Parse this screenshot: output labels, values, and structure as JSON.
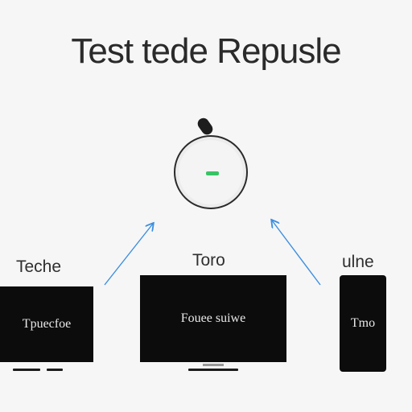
{
  "title": "Test tede Repusle",
  "hub": {
    "indicator_color": "#37c463"
  },
  "connector_color": "#3c8fe0",
  "devices": [
    {
      "label": "Teche",
      "screen_text": "Tpuecfoe"
    },
    {
      "label": "Toro",
      "screen_text": "Fouee suiwe"
    },
    {
      "label": "ulne",
      "screen_text": "Tmo"
    }
  ],
  "icons": {
    "remote": "round-remote-icon"
  }
}
